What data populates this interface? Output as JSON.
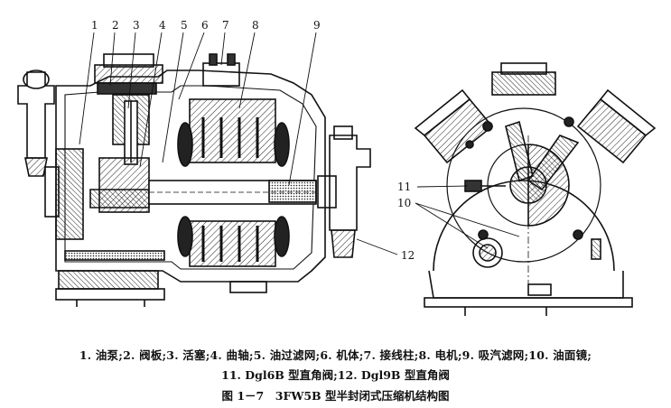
{
  "callouts_left": [
    "1",
    "2",
    "3",
    "4",
    "5",
    "6",
    "7",
    "8",
    "9"
  ],
  "callouts_right": [
    "11",
    "10",
    "12"
  ],
  "legend": {
    "line1": "1. 油泵;2. 阀板;3. 活塞;4. 曲轴;5. 油过滤网;6. 机体;7. 接线柱;8. 电机;9. 吸汽滤网;10. 油面镜;",
    "line2": "11. Dgl6B 型直角阀;12. Dgl9B 型直角阀"
  },
  "caption": "图 1－7　3FW5B 型半封闭式压缩机结构图"
}
